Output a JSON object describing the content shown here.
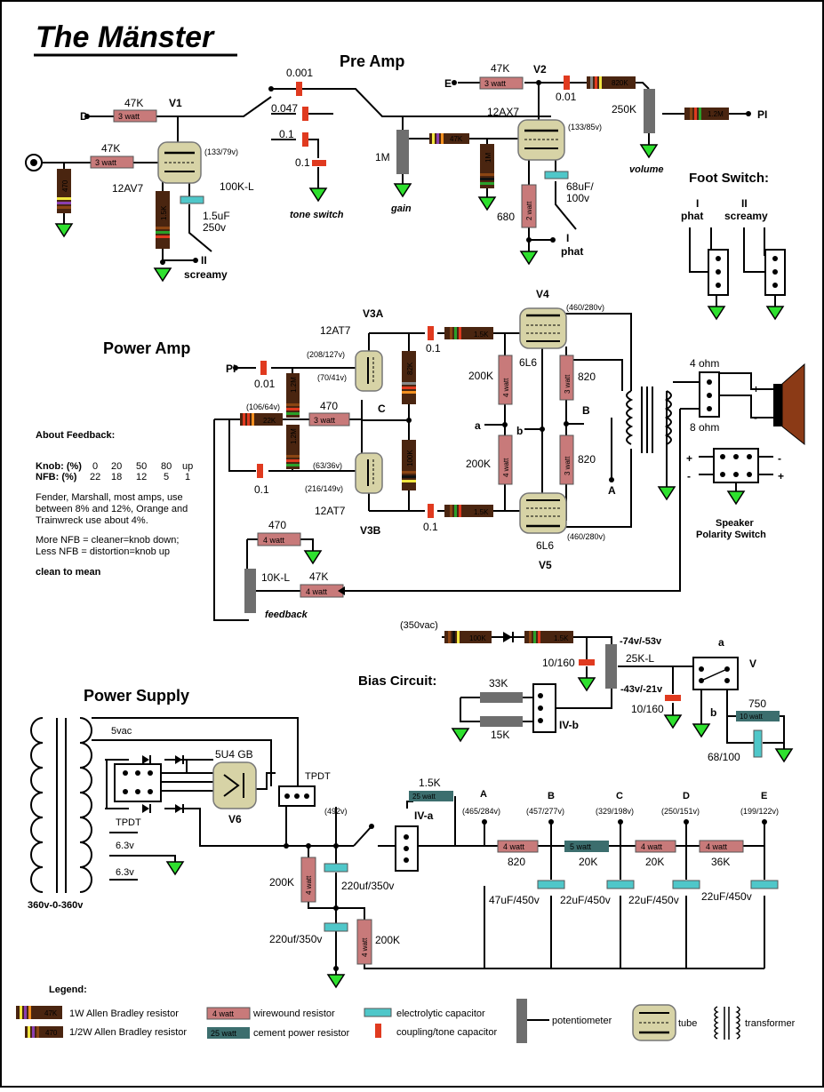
{
  "title": "The Mänster",
  "sections": {
    "preamp": "Pre Amp",
    "power_amp": "Power Amp",
    "power_supply": "Power Supply",
    "bias": "Bias Circuit:",
    "foot_switch": "Foot Switch:"
  },
  "labels": {
    "D": "D",
    "E": "E",
    "PI": "PI",
    "PI2": "PI",
    "A": "A",
    "B": "B",
    "C": "C",
    "a": "a",
    "b": "b",
    "a2": "a",
    "b2": "b",
    "V": "V",
    "V1": "V1",
    "V2": "V2",
    "V3A": "V3A",
    "V3B": "V3B",
    "V4": "V4",
    "V5": "V5",
    "V6": "V6",
    "tube_12AV7": "12AV7",
    "tube_12AX7": "12AX7",
    "tube_12AT7a": "12AT7",
    "tube_12AT7b": "12AT7",
    "tube_6L6a": "6L6",
    "tube_6L6b": "6L6",
    "tube_5U4": "5U4 GB",
    "v_133_79": "(133/79v)",
    "v_133_85": "(133/85v)",
    "v_208_127": "(208/127v)",
    "v_70_41": "(70/41v)",
    "v_106_64": "(106/64v)",
    "v_63_36": "(63/36v)",
    "v_216_149": "(216/149v)",
    "v_460_280a": "(460/280v)",
    "v_460_280b": "(460/280v)",
    "v_492": "(492v)",
    "v_465_284": "(465/284v)",
    "v_457_277": "(457/277v)",
    "v_329_198": "(329/198v)",
    "v_250_151": "(250/151v)",
    "v_199_122": "(199/122v)",
    "v_350vac": "(350vac)",
    "bias_high": "-74v/-53v",
    "bias_low": "-43v/-21v",
    "r_47K_d": "47K",
    "r_47K_in": "47K",
    "r_470_in": "470",
    "r_1_5K": "1.5K",
    "pot_100K_L": "100K-L",
    "c_1_5uF": "1.5uF",
    "c_250v": "250v",
    "screamy": "screamy",
    "roman_II": "II",
    "c_0_001": "0.001",
    "c_0_047": "0.047",
    "c_0_1a": "0.1",
    "c_0_1b": "0.1",
    "tone_switch": "tone switch",
    "pot_1M": "1M",
    "gain": "gain",
    "r_47K_e": "47K",
    "c_0_01": "0.01",
    "r_820K": "820K",
    "r_1M_v2": "1M",
    "pot_250K": "250K",
    "volume": "volume",
    "r_1_2M": "1.2M",
    "r_680": "680",
    "c_68uF": "68uF/",
    "c_100v": "100v",
    "phat": "phat",
    "roman_I": "I",
    "fs_I": "I",
    "fs_phat": "phat",
    "fs_II": "II",
    "fs_screamy": "screamy",
    "pwr_0_1a": "0.1",
    "pwr_0_1b": "0.1",
    "pwr_0_01": "0.01",
    "pwr_0_1c": "0.1",
    "r_1_2Ma": "1.2M",
    "r_1_2Mb": "1.2M",
    "r_22K": "22K",
    "r_470p": "470",
    "r_82K": "82K",
    "r_100K": "100K",
    "r_1_5Ka": "1.5K",
    "r_1_5Kb": "1.5K",
    "r_200Ka": "200K",
    "r_200Kb": "200K",
    "r_820a": "820",
    "r_820b": "820",
    "ohm4": "4 ohm",
    "ohm8": "8 ohm",
    "plus": "+",
    "minus": "-",
    "spk_switch1": "Speaker",
    "spk_switch2": "Polarity Switch",
    "fb_470": "470",
    "fb_47K": "47K",
    "pot_10K_L": "10K-L",
    "feedback": "feedback",
    "bias_100K": "100K",
    "bias_1_5K": "1.5K",
    "c_10_160a": "10/160",
    "c_10_160b": "10/160",
    "pot_25K_L": "25K-L",
    "r_33K": "33K",
    "r_15K": "15K",
    "IV_b": "IV-b",
    "r_750": "750",
    "c_68_100": "68/100",
    "ps_5vac": "5vac",
    "ps_TPDT1": "TPDT",
    "ps_TPDT2": "TPDT",
    "ps_6_3a": "6.3v",
    "ps_6_3b": "6.3v",
    "ps_360": "360v-0-360v",
    "ps_200Ka": "200K",
    "ps_200Kb": "200K",
    "ps_220a": "220uf/350v",
    "ps_220b": "220uf/350v",
    "ps_1_5K": "1.5K",
    "IV_a": "IV-a",
    "ps_A": "A",
    "ps_B": "B",
    "ps_C": "C",
    "ps_D": "D",
    "ps_E": "E",
    "ps_820": "820",
    "ps_20Ka": "20K",
    "ps_20Kb": "20K",
    "ps_36K": "36K",
    "ps_47uF": "47uF/450v",
    "ps_22uFa": "22uF/450v",
    "ps_22uFb": "22uF/450v",
    "ps_22uFc": "22uF/450v",
    "watt3": "3 watt",
    "watt2": "2 watt",
    "watt4": "4 watt",
    "watt10": "10 watt",
    "watt25": "25 watt",
    "r_47K_small": "47K"
  },
  "feedback_note": {
    "heading": "About Feedback:",
    "knob_row": [
      "Knob: (%)",
      "0",
      "20",
      "50",
      "80",
      "up"
    ],
    "nfb_row": [
      "NFB: (%)",
      "22",
      "18",
      "12",
      "5",
      "1"
    ],
    "line1": "Fender, Marshall, most amps, use",
    "line2": "between 8% and 12%, Orange and",
    "line3": "Trainwreck use about 4%.",
    "line4": "More  NFB = cleaner=knob down;",
    "line5": "Less NFB  = distortion=knob up",
    "line6": "clean to mean"
  },
  "legend": {
    "heading": "Legend:",
    "items": [
      "1W Allen Bradley resistor",
      "1/2W Allen Bradley resistor",
      "wirewound resistor",
      "cement power resistor",
      "electrolytic capacitor",
      "coupling/tone capacitor",
      "potentiometer",
      "tube",
      "transformer"
    ],
    "sample_47K": "47K",
    "sample_470": "470",
    "sample_4watt": "4 watt",
    "sample_25watt": "25 watt"
  },
  "colors": {
    "wirewound": "#c87a7a",
    "cement": "#3c6e6e",
    "resistor_body": "#4a2510",
    "tube": "#d7d3a6",
    "electrolytic": "#4fc7c9",
    "coupling_cap": "#e03a1f",
    "potentiometer": "#6e6e6e",
    "ground": "#2ee02e"
  }
}
